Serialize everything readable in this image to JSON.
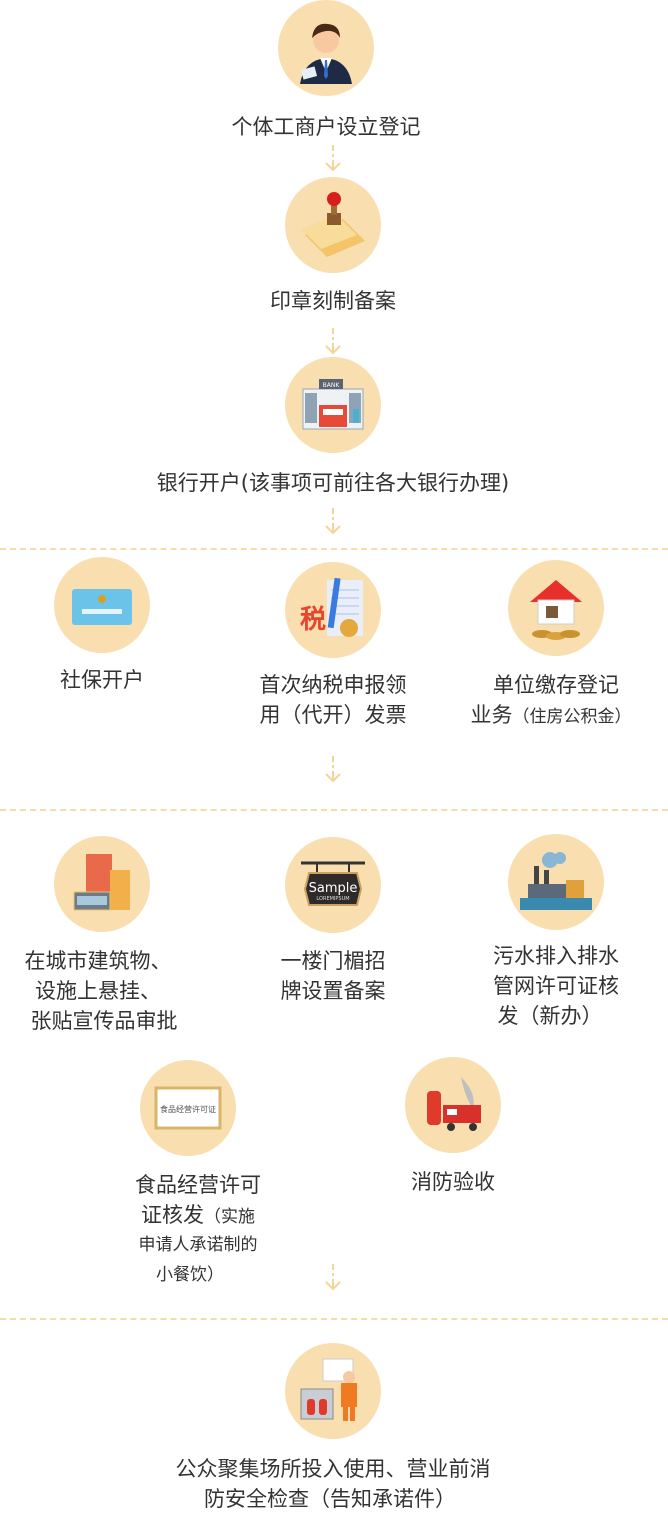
{
  "colors": {
    "circle": "#f9dfb0",
    "arrow": "#f5d49a",
    "dash": "#f5dcae",
    "text": "#333333"
  },
  "steps": [
    {
      "icon": "businessman-icon",
      "label": "个体工商户设立登记"
    },
    {
      "icon": "stamp-icon",
      "label": "印章刻制备案"
    },
    {
      "icon": "bank-icon",
      "label": "银行开户(该事项可前往各大银行办理)"
    }
  ],
  "group1": [
    {
      "icon": "social-security-card-icon",
      "line1": "社保开户"
    },
    {
      "icon": "tax-icon",
      "line1": "首次纳税申报领",
      "line2": "用（代开）发票"
    },
    {
      "icon": "house-coins-icon",
      "line1": "单位缴存登记",
      "line2a": "业务",
      "line2b": "（住房公积金）"
    }
  ],
  "group2": [
    {
      "icon": "building-sign-icon",
      "line1": "在城市建筑物、",
      "line2": "设施上悬挂、",
      "line3": "张贴宣传品审批"
    },
    {
      "icon": "signboard-icon",
      "line1": "一楼门楣招",
      "line2": "牌设置备案",
      "sign_text": "Sample",
      "sign_sub": "LOREMIPSUM"
    },
    {
      "icon": "sewage-factory-icon",
      "line1": "污水排入排水",
      "line2": "管网许可证核",
      "line3": "发（新办）"
    },
    {
      "icon": "food-license-icon",
      "line1": "食品经营许可",
      "line2a": "证核发",
      "line2b": "（实施",
      "line3": "申请人承诺制的",
      "line4": "小餐饮）",
      "cert_text": "食品经营许可证"
    },
    {
      "icon": "fire-truck-icon",
      "line1": "消防验收"
    }
  ],
  "final": {
    "icon": "firefighter-icon",
    "line1": "公众聚集场所投入使用、营业前消",
    "line2": "防安全检查（告知承诺件）"
  }
}
